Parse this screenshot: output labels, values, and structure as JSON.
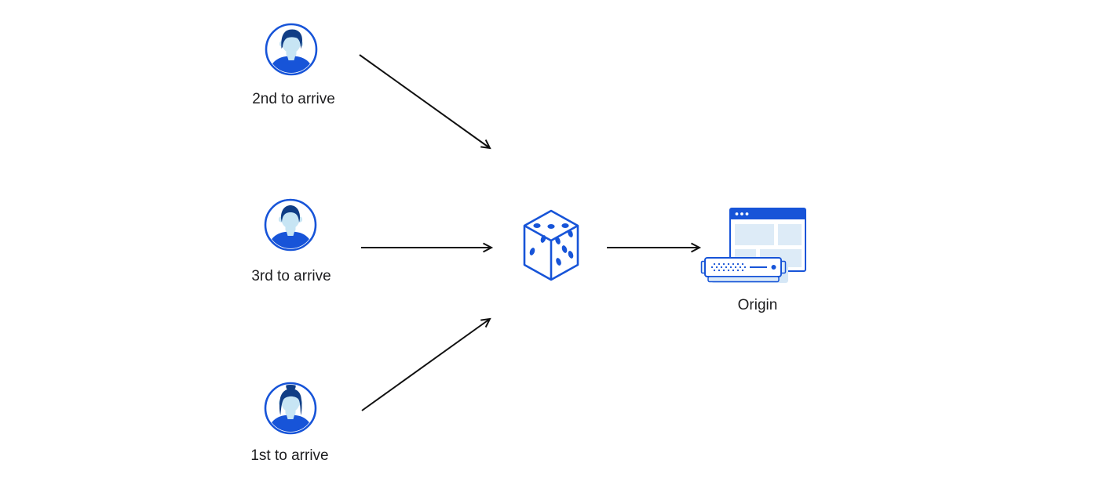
{
  "colors": {
    "primary_blue": "#1754D8",
    "navy": "#103D85",
    "face_blue": "#C7E5F4",
    "pale_blue": "#DDEBF7",
    "shadow_blue": "#D5E7F6",
    "arrow_ink": "#111111",
    "text_color": "#1D1D1F"
  },
  "diagram": {
    "users": [
      {
        "label": "2nd to arrive",
        "icon": "man-avatar"
      },
      {
        "label": "3rd to arrive",
        "icon": "man-avatar"
      },
      {
        "label": "1st to arrive",
        "icon": "woman-avatar"
      }
    ],
    "randomizer": {
      "icon": "dice-icon"
    },
    "origin": {
      "label": "Origin",
      "icon": "origin-server-icon"
    },
    "arrows": [
      {
        "from": "user-2nd-to-arrive",
        "to": "dice"
      },
      {
        "from": "user-3rd-to-arrive",
        "to": "dice"
      },
      {
        "from": "user-1st-to-arrive",
        "to": "dice"
      },
      {
        "from": "dice",
        "to": "origin"
      }
    ]
  }
}
